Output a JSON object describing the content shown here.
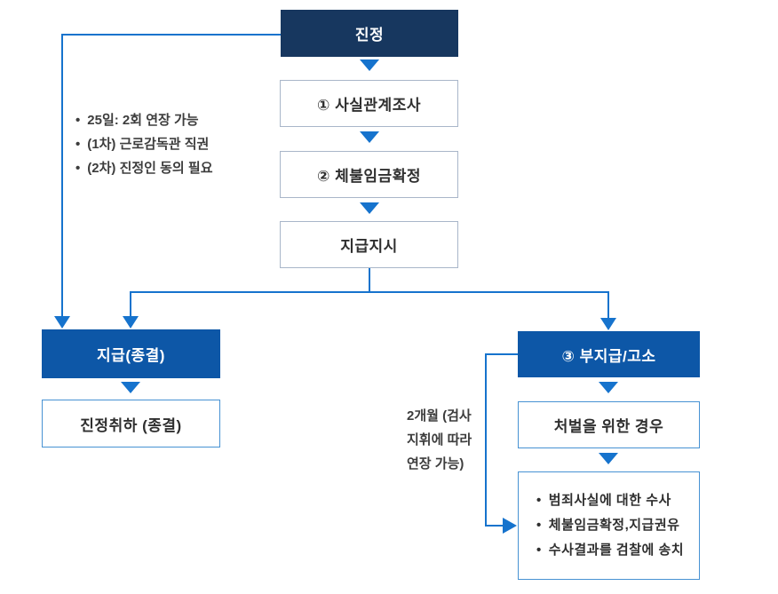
{
  "colors": {
    "dark_navy": "#17375f",
    "primary_blue": "#0d57a7",
    "line_blue": "#1673cd",
    "top_box_border": "#a9b6c9",
    "bottom_box_border": "#4792d3",
    "label_text": "#2f2f2f",
    "note_text": "#3d3d3d"
  },
  "flowchart": {
    "start": "진정",
    "step1": "① 사실관계조사",
    "step2": "② 체불임금확정",
    "step3": "지급지시",
    "payment_closed": "지급(종결)",
    "withdrawal_closed": "진정취하 (종결)",
    "nonpayment": "③ 부지급/고소",
    "punishment_case": "처벌을 위한 경우",
    "left_note": {
      "items": [
        "25일: 2회 연장 가능",
        "(1차) 근로감독관 직권",
        "(2차) 진정인 동의 필요"
      ]
    },
    "investigation": {
      "items": [
        "범죄사실에 대한 수사",
        "체불임금확정,지급권유",
        "수사결과를 검찰에 송치"
      ]
    },
    "loop_note": {
      "lines": [
        "2개월 (검사",
        "지휘에 따라",
        "연장 가능)"
      ]
    }
  }
}
